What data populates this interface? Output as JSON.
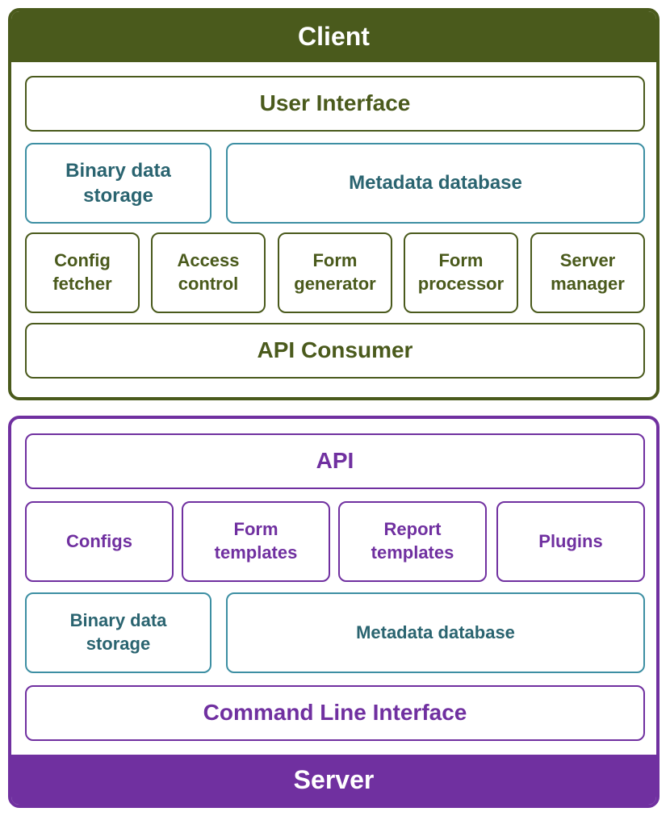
{
  "client": {
    "title": "Client",
    "user_interface": "User Interface",
    "binary_storage": [
      "Binary data",
      "storage"
    ],
    "metadata_db": "Metadata database",
    "config_fetcher": [
      "Config",
      "fetcher"
    ],
    "access_control": [
      "Access",
      "control"
    ],
    "form_generator": [
      "Form",
      "generator"
    ],
    "form_processor": [
      "Form",
      "processor"
    ],
    "server_manager": [
      "Server",
      "manager"
    ],
    "api_consumer": "API Consumer"
  },
  "server": {
    "title": "Server",
    "api": "API",
    "configs": "Configs",
    "form_templates": [
      "Form",
      "templates"
    ],
    "report_templates": [
      "Report",
      "templates"
    ],
    "plugins": "Plugins",
    "binary_storage": [
      "Binary data",
      "storage"
    ],
    "metadata_db": "Metadata database",
    "cli": "Command Line Interface"
  },
  "colors": {
    "client_accent": "#4a5a1c",
    "server_accent": "#7030a0",
    "storage_border": "#3d8fa3",
    "storage_text": "#2a6470"
  }
}
